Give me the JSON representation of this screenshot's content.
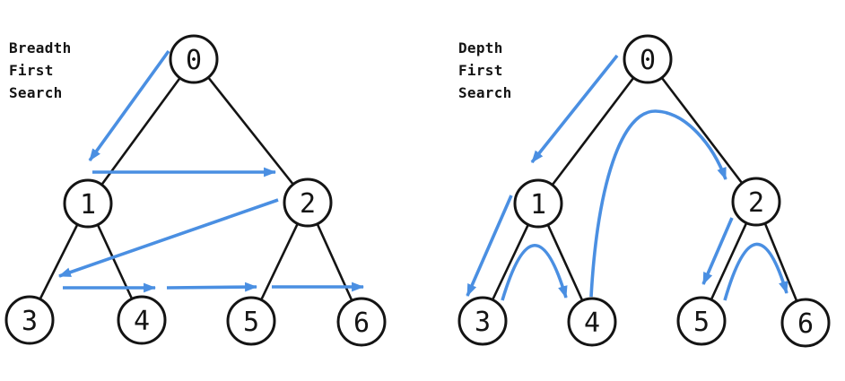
{
  "colors": {
    "arrow_blue": "#4a8fe2",
    "line_black": "#141414",
    "text_black": "#141414",
    "background": "#ffffff"
  },
  "bfs_panel": {
    "title_lines": [
      "Breadth",
      "First",
      "Search"
    ],
    "node_labels": [
      "0",
      "1",
      "2",
      "3",
      "4",
      "5",
      "6"
    ],
    "tree_edges": [
      "0-1",
      "0-2",
      "1-3",
      "1-4",
      "2-5",
      "2-6"
    ],
    "traversal_arrows": [
      "0→1",
      "1→2",
      "2→3",
      "3→4",
      "4→5",
      "5→6"
    ]
  },
  "dfs_panel": {
    "title_lines": [
      "Depth",
      "First",
      "Search"
    ],
    "node_labels": [
      "0",
      "1",
      "2",
      "3",
      "4",
      "5",
      "6"
    ],
    "tree_edges": [
      "0-1",
      "0-2",
      "1-3",
      "1-4",
      "2-5",
      "2-6"
    ],
    "traversal_arrows": [
      "0→1",
      "1→3",
      "3→4",
      "4→2",
      "2→5",
      "5→6"
    ]
  }
}
